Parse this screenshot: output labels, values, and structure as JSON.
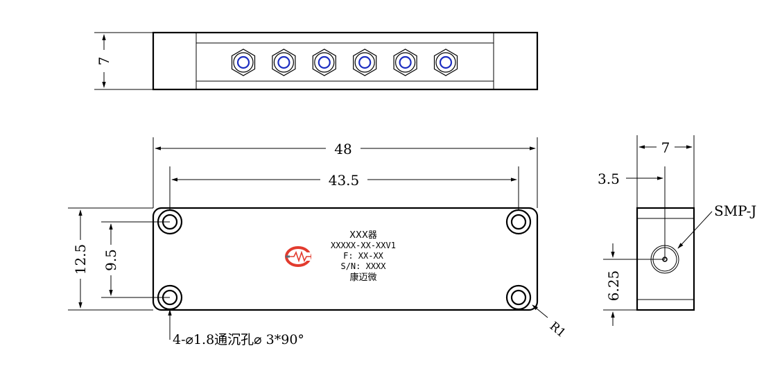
{
  "top_view": {
    "height_dim": "7",
    "connector_count": 6
  },
  "front_view": {
    "dims": {
      "overall_length": "48",
      "hole_pitch_length": "43.5",
      "overall_height": "12.5",
      "hole_pitch_height": "9.5"
    },
    "label_lines": [
      "XXX器",
      "XXXXX-XX-XXV1",
      "F: XX-XX",
      "S/N: XXXX",
      "康迈微"
    ],
    "hole_note": "4-⌀1.8通沉孔⌀ 3*90°",
    "corner_radius": "R1",
    "logo": {
      "name": "mw-logo",
      "colors": {
        "outer": "#e23b2e",
        "inner": "#5a6b78"
      }
    }
  },
  "side_view": {
    "dims": {
      "width": "7",
      "connector_offset": "3.5",
      "connector_height": "6.25"
    },
    "connector_label": "SMP-J"
  },
  "colors": {
    "connector_center": "#1b2cc0"
  }
}
